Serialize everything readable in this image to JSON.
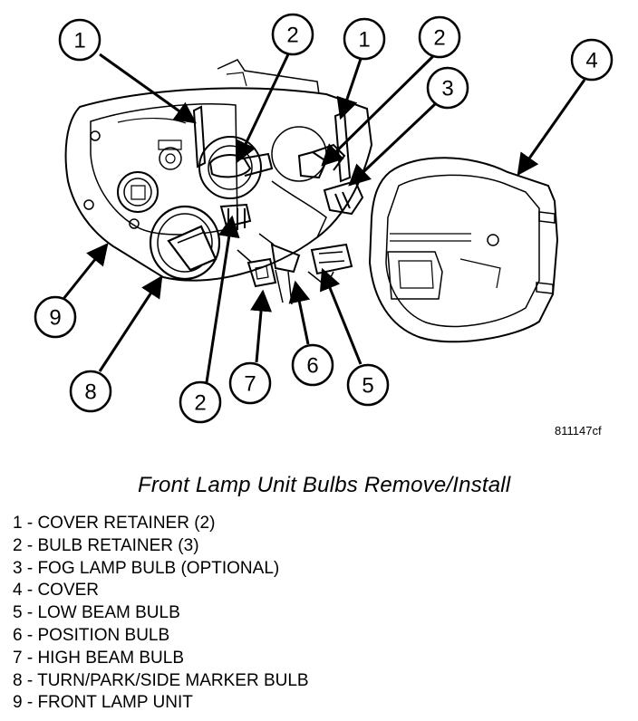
{
  "figure": {
    "callouts": [
      {
        "num": "1"
      },
      {
        "num": "2"
      },
      {
        "num": "1"
      },
      {
        "num": "2"
      },
      {
        "num": "3"
      },
      {
        "num": "4"
      },
      {
        "num": "9"
      },
      {
        "num": "8"
      },
      {
        "num": "2"
      },
      {
        "num": "7"
      },
      {
        "num": "6"
      },
      {
        "num": "5"
      }
    ],
    "figure_id": "811147cf"
  },
  "caption": "Front Lamp Unit Bulbs Remove/Install",
  "legend": [
    "1 - COVER RETAINER (2)",
    "2 - BULB RETAINER (3)",
    "3 - FOG LAMP BULB (OPTIONAL)",
    "4 - COVER",
    "5 - LOW BEAM BULB",
    "6 - POSITION BULB",
    "7 - HIGH BEAM BULB",
    "8 - TURN/PARK/SIDE MARKER BULB",
    "9 - FRONT LAMP UNIT"
  ]
}
